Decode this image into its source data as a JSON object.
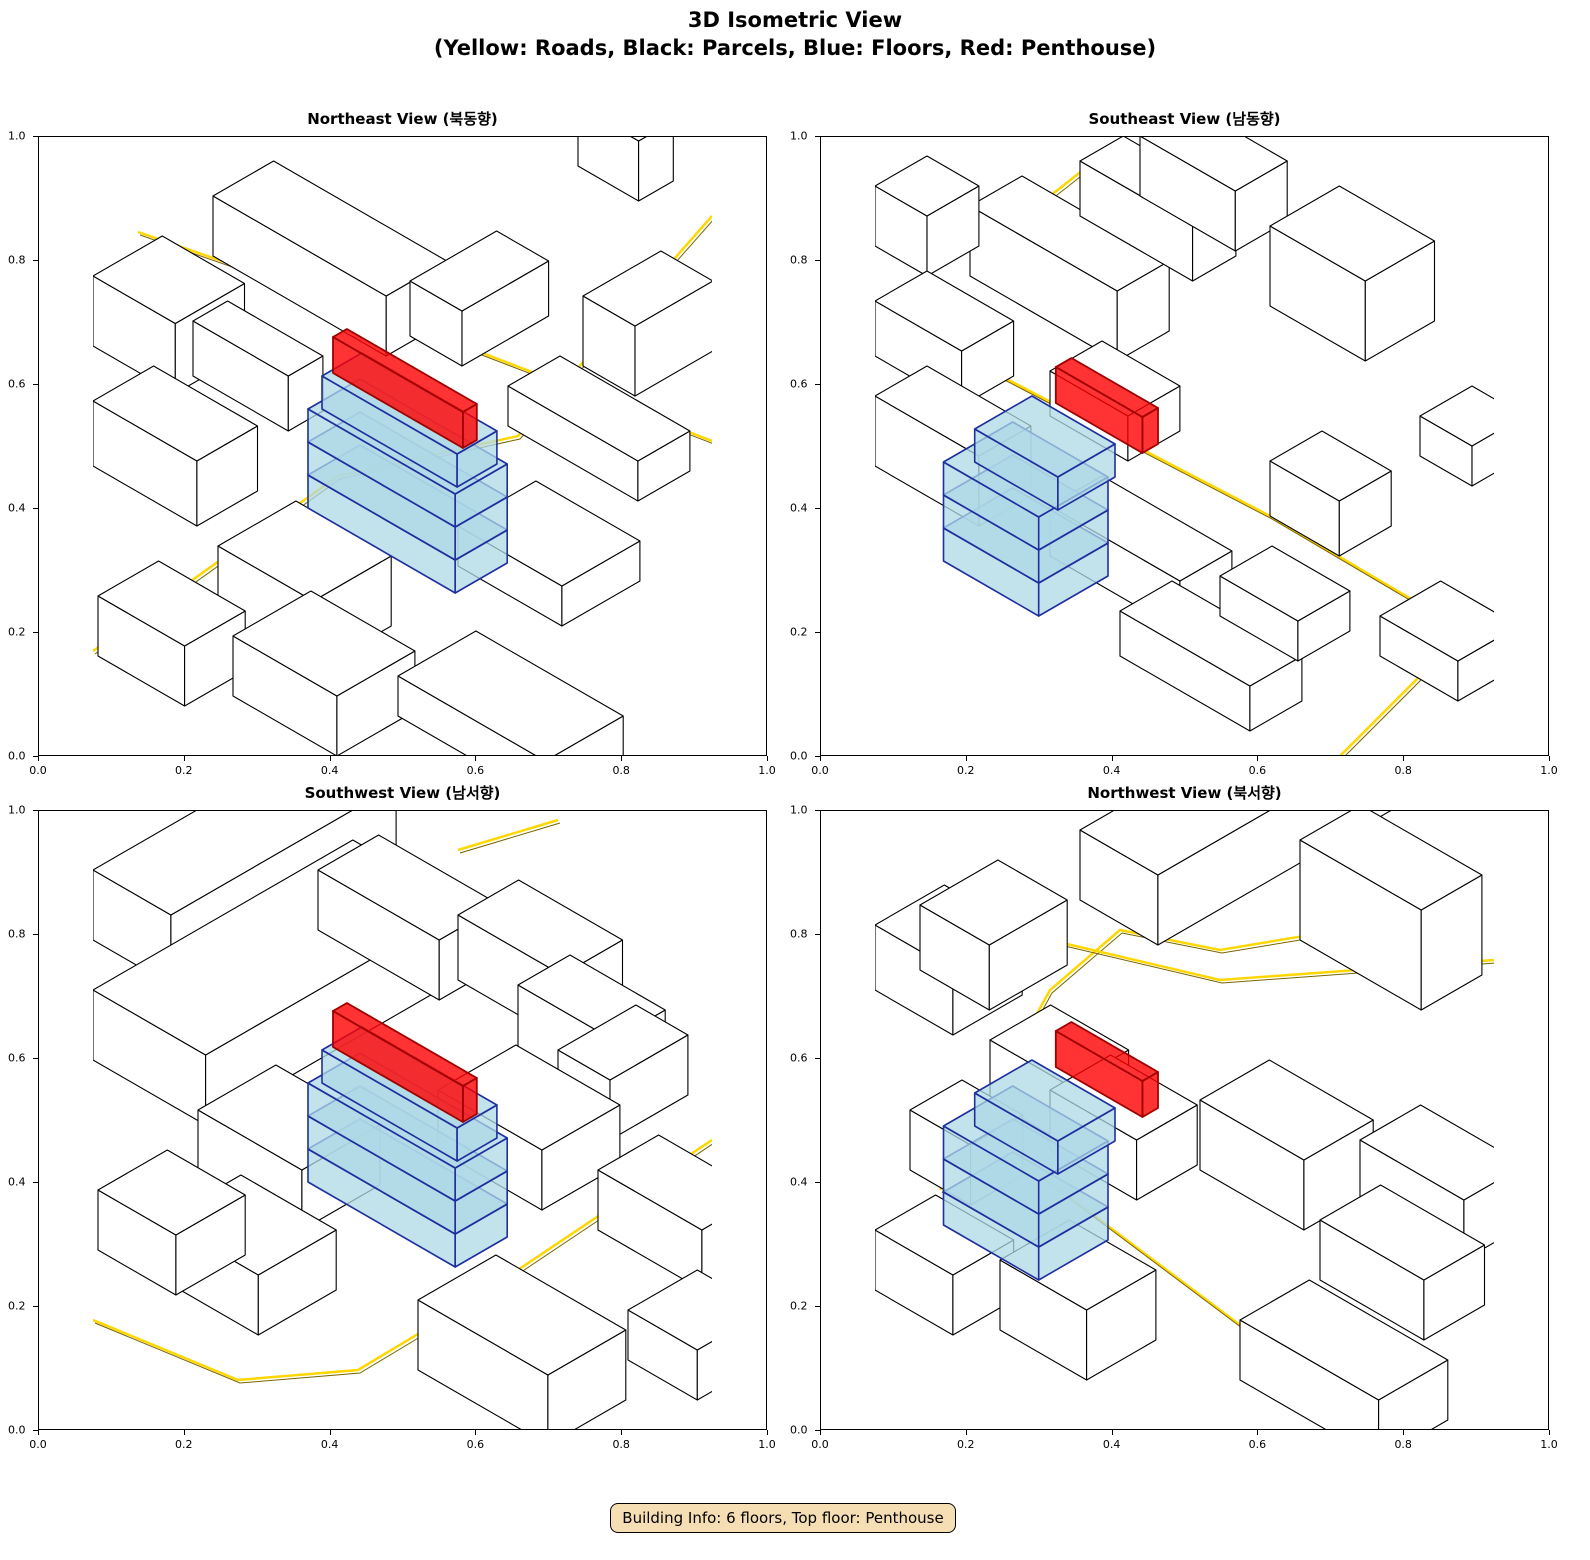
{
  "figure": {
    "title_line1": "3D Isometric View",
    "title_line2": "(Yellow: Roads, Black: Parcels, Blue: Floors, Red: Penthouse)"
  },
  "panels": [
    {
      "title": "Northeast View (북동향)"
    },
    {
      "title": "Southeast View (남동향)"
    },
    {
      "title": "Southwest View (남서향)"
    },
    {
      "title": "Northwest View (북서향)"
    }
  ],
  "axis": {
    "xticks": [
      "0.0",
      "0.2",
      "0.4",
      "0.6",
      "0.8",
      "1.0"
    ],
    "yticks": [
      "0.0",
      "0.2",
      "0.4",
      "0.6",
      "0.8",
      "1.0"
    ],
    "xlim": [
      0,
      1
    ],
    "ylim": [
      0,
      1
    ]
  },
  "legend_colors": {
    "roads": "#FFD700",
    "parcels": "#000000",
    "floors": "#ADD8E6",
    "floor_edges": "#1f2fa0",
    "penthouse": "#FF0000"
  },
  "building": {
    "floors": 6,
    "top_floor": "Penthouse"
  },
  "footer": {
    "info": "Building Info: 6 floors, Top floor: Penthouse"
  }
}
